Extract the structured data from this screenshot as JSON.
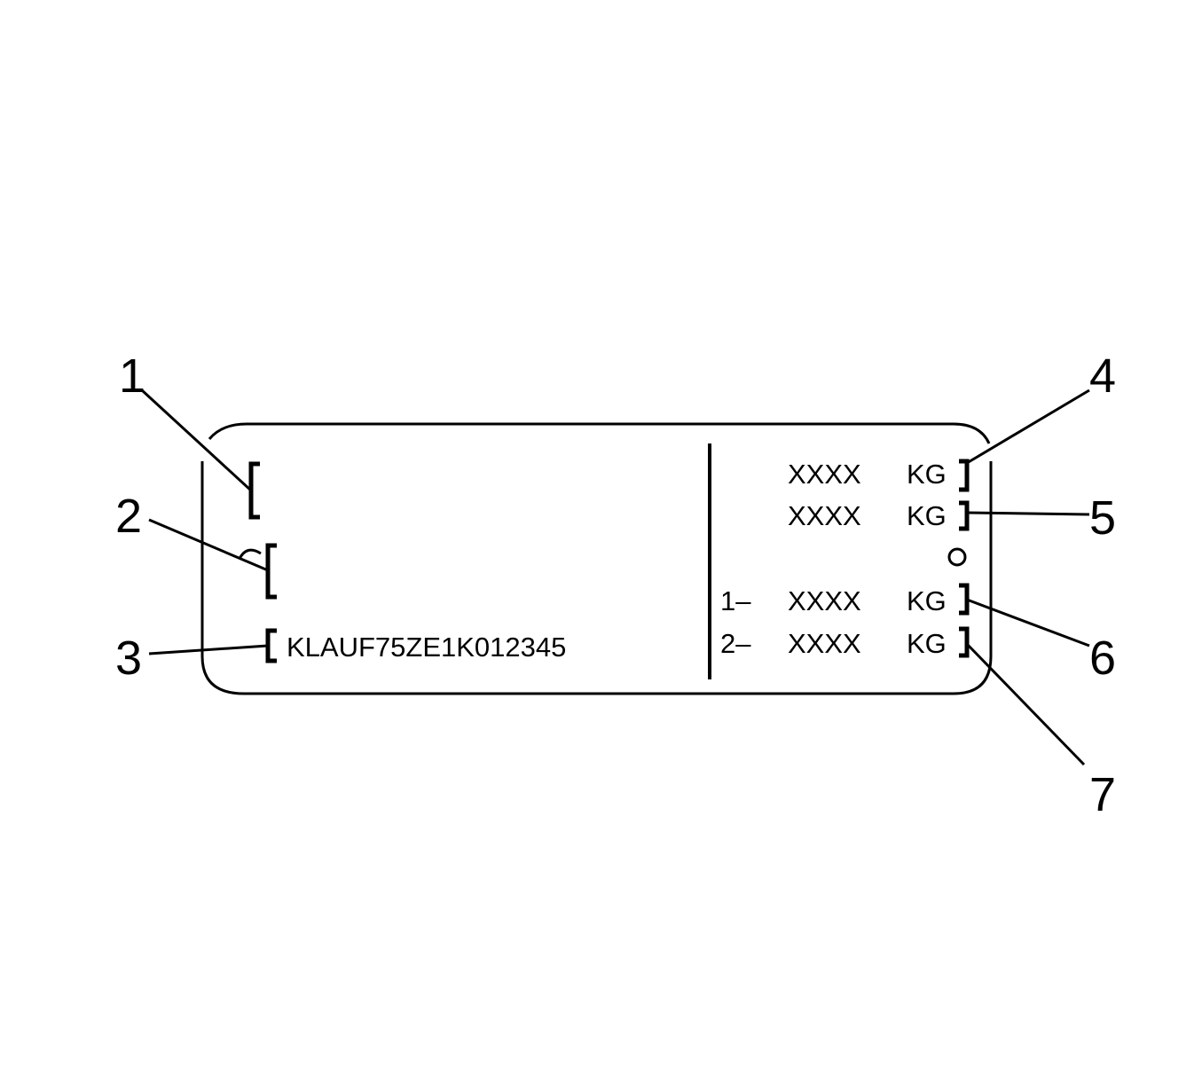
{
  "plate": {
    "vin": "KLAUF75ZE1K012345",
    "weights": [
      {
        "prefix": "",
        "value": "XXXX",
        "unit": "KG"
      },
      {
        "prefix": "",
        "value": "XXXX",
        "unit": "KG"
      },
      {
        "prefix": "1–",
        "value": "XXXX",
        "unit": "KG"
      },
      {
        "prefix": "2–",
        "value": "XXXX",
        "unit": "KG"
      }
    ]
  },
  "callouts": [
    "1",
    "2",
    "3",
    "4",
    "5",
    "6",
    "7"
  ]
}
